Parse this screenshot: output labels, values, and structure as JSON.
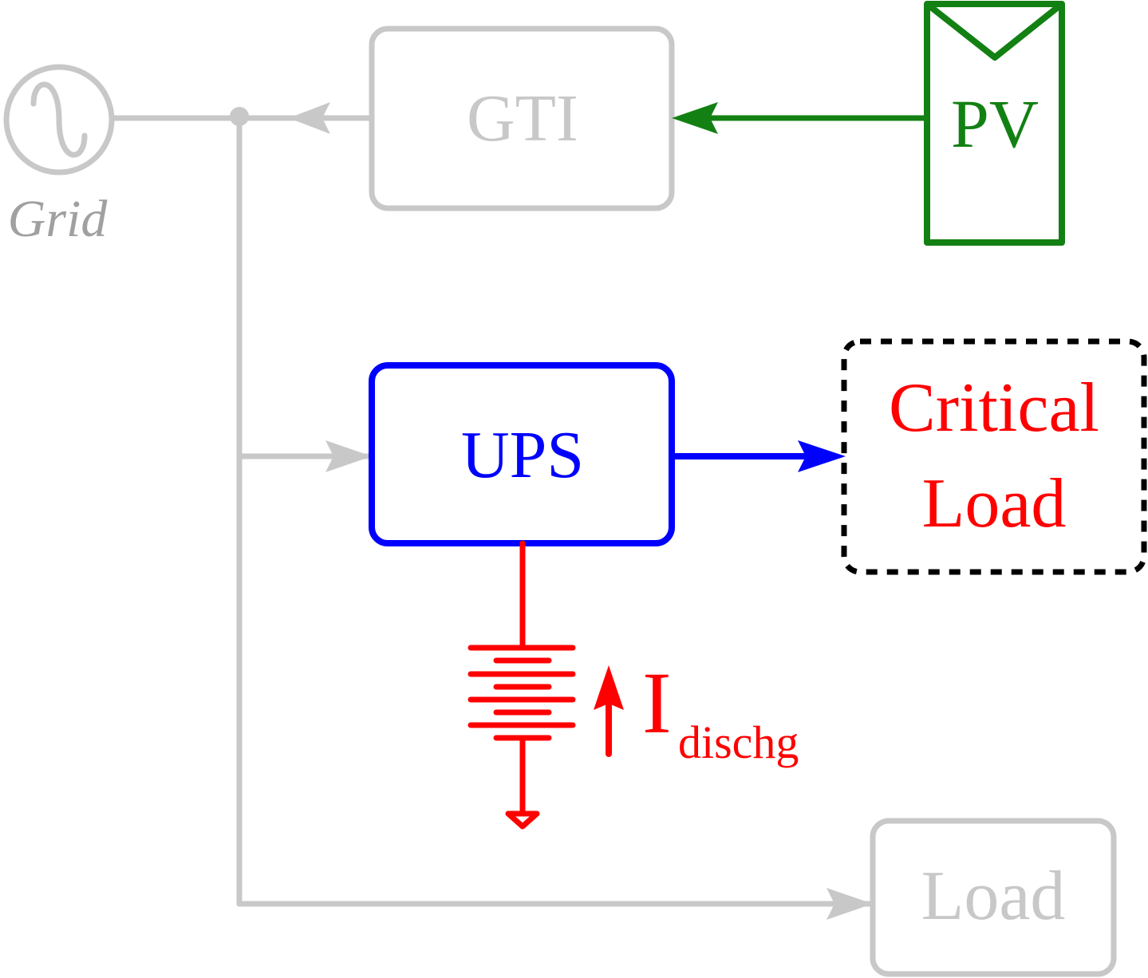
{
  "grid": {
    "label": "Grid"
  },
  "gti": {
    "label": "GTI"
  },
  "pv": {
    "label": "PV"
  },
  "ups": {
    "label": "UPS"
  },
  "critical_load": {
    "line1": "Critical",
    "line2": "Load"
  },
  "load": {
    "label": "Load"
  },
  "current": {
    "symbol": "I",
    "subscript": "dischg"
  },
  "colors": {
    "inactive": "#c8c8c8",
    "grid_text": "#a0a0a0",
    "pv": "#138013",
    "ups": "#0000ff",
    "battery": "#ff0000",
    "critical_border": "#000000",
    "critical_text": "#ff0000"
  },
  "icons": {
    "grid_source": "ac-source-icon",
    "pv_panel": "pv-panel-icon",
    "battery": "battery-icon",
    "ground": "ground-icon"
  }
}
